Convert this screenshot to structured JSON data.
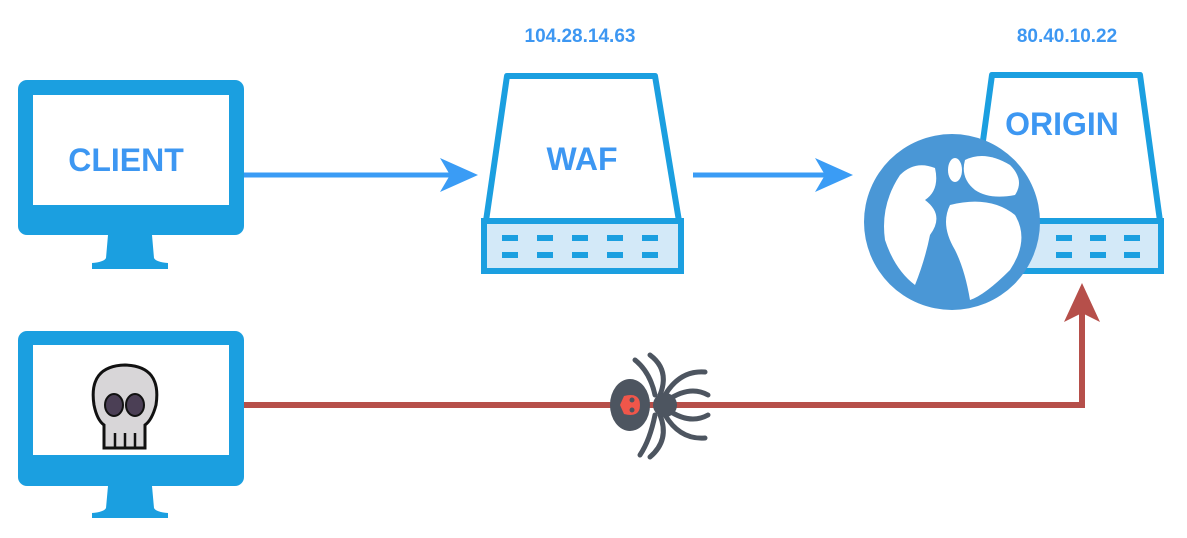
{
  "nodes": {
    "client": {
      "label": "CLIENT"
    },
    "waf": {
      "label": "WAF",
      "ip": "104.28.14.63"
    },
    "origin": {
      "label": "ORIGIN",
      "ip": "80.40.10.22"
    },
    "attacker": {
      "icon": "skull-icon"
    },
    "bot": {
      "icon": "spider-icon"
    }
  },
  "colors": {
    "monitor": "#1b9fe0",
    "legit_arrow": "#3a9cf5",
    "attack_path": "#b64f4a",
    "globe": "#4a97d6",
    "server_base": "#d3e9f8"
  }
}
